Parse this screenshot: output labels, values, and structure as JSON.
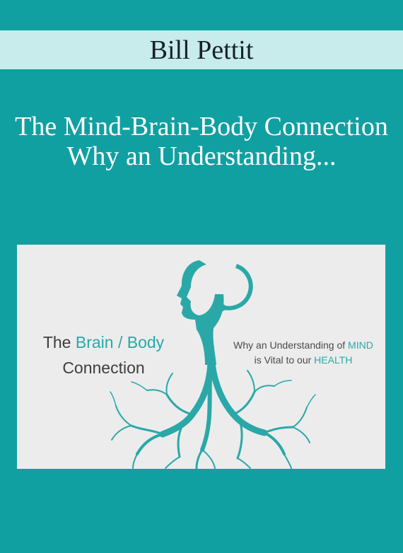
{
  "author": "Bill Pettit",
  "title": {
    "line1": "The Mind-Brain-Body Connection",
    "line2": "Why an Understanding..."
  },
  "cover": {
    "left": {
      "the": "The ",
      "brain_body": "Brain / Body",
      "connection": "Connection"
    },
    "right": {
      "line1_prefix": "Why an Understanding of ",
      "mind": "MIND",
      "line2_prefix": "is Vital to our ",
      "health": "HEALTH"
    }
  },
  "colors": {
    "background": "#11a0a1",
    "author_band": "#c8ebeb",
    "accent": "#2aa8a8",
    "cover_bg": "#ececec"
  },
  "icons": [
    "head-profile-icon",
    "circular-arrow-icon",
    "roots-icon"
  ]
}
